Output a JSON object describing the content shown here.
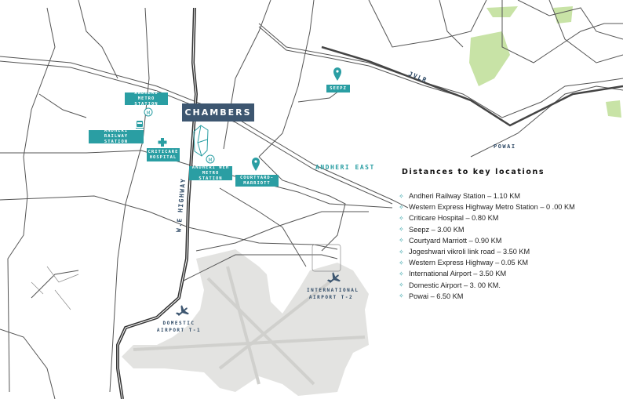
{
  "map": {
    "property_label": "CHAMBERS",
    "labels": {
      "andheri_metro": "ANDHERI METRO STATION",
      "andheri_railway": "ANDHERI RAILWAY STATION",
      "criticare": "CRITICARE HOSPITAL",
      "andheri_weh_metro": "ANDHERI WEH METRO STATION",
      "courtyard": "COURTYARD-MARRIOTT",
      "seepz": "SEEPZ",
      "jvlr": "JVLR",
      "powai": "POWAI",
      "andheri_east": "ANDHERI EAST",
      "we_highway": "W.E HIGHWAY",
      "international_airport": "INTERNATIONAL AIRPORT T-2",
      "domestic_airport": "DOMESTIC AIRPORT T-1"
    },
    "icons": [
      "metro-icon",
      "train-icon",
      "hospital-cross-icon",
      "building-icon",
      "location-pin-icon",
      "airplane-icon"
    ],
    "colors": {
      "accent": "#2a9ea3",
      "navy": "#3d5670",
      "road": "#555555",
      "airport": "#e3e3e1",
      "green": "#c8e3a6"
    }
  },
  "legend": {
    "title": "Distances to key locations",
    "items": [
      "Andheri Railway Station – 1.10 KM",
      "Western Express Highway Metro Station – 0 .00 KM",
      "Criticare Hospital – 0.80 KM",
      "Seepz – 3.00 KM",
      "Courtyard Marriott – 0.90 KM",
      "Jogeshwari vikroli link road – 3.50 KM",
      "Western Express Highway – 0.05 KM",
      "International Airport – 3.50 KM",
      "Domestic Airport – 3. 00 KM.",
      "Powai – 6.50 KM"
    ]
  }
}
